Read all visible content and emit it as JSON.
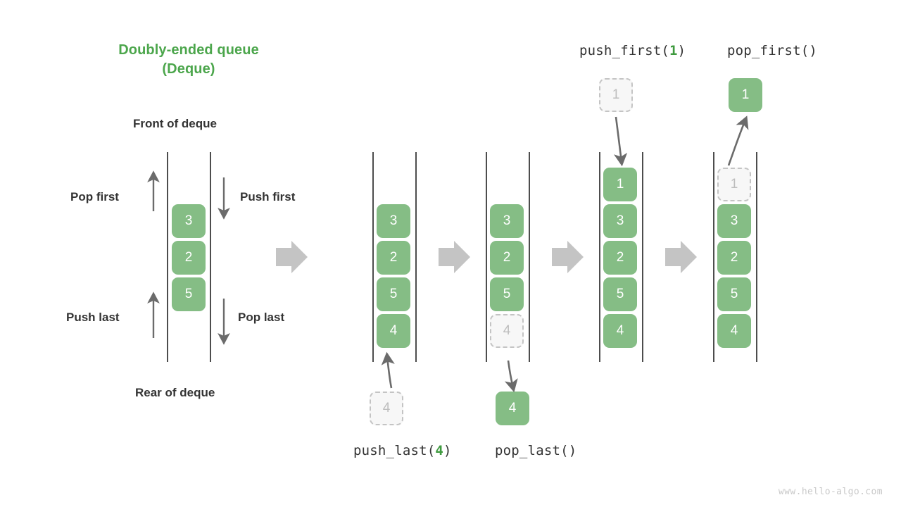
{
  "title": {
    "line1": "Doubly-ended queue",
    "line2": "(Deque)"
  },
  "labels": {
    "front": "Front of deque",
    "rear": "Rear of deque",
    "pop_first": "Pop first",
    "push_first": "Push first",
    "push_last": "Push last",
    "pop_last": "Pop last"
  },
  "operations": {
    "push_first": {
      "name": "push_first(",
      "arg": "1",
      "close": ")"
    },
    "pop_first": {
      "name": "pop_first()",
      "arg": "",
      "close": ""
    },
    "push_last": {
      "name": "push_last(",
      "arg": "4",
      "close": ")"
    },
    "pop_last": {
      "name": "pop_last()",
      "arg": "",
      "close": ""
    }
  },
  "watermark": "www.hello-algo.com",
  "colors": {
    "accent_green": "#4CA64C",
    "box_green": "#85BD85",
    "arg_green": "#3F9A3F",
    "rail": "#4d4d4d",
    "ghost_border": "#c4c4c4",
    "ghost_fill": "#f7f7f7",
    "ghost_text": "#bdbdbd",
    "big_arrow": "#c4c4c4",
    "thin_arrow": "#6b6b6b",
    "label_text": "#333333",
    "watermark": "#c9c9c9"
  },
  "deques": [
    {
      "id": "deque-initial",
      "elements": [
        "3",
        "2",
        "5"
      ],
      "ghosts": []
    },
    {
      "id": "deque-after-push-last-staged",
      "elements": [
        "3",
        "2",
        "5",
        "4"
      ],
      "ghosts": []
    },
    {
      "id": "deque-before-pop-last",
      "elements": [
        "3",
        "2",
        "5"
      ],
      "ghosts": [
        "4"
      ]
    },
    {
      "id": "deque-after-push-first",
      "elements": [
        "1",
        "3",
        "2",
        "5",
        "4"
      ],
      "ghosts": []
    },
    {
      "id": "deque-after-pop-first",
      "elements": [
        "3",
        "2",
        "5",
        "4"
      ],
      "ghosts": [
        "1"
      ]
    }
  ],
  "floating_boxes": {
    "push_first_source": "1",
    "pop_first_result": "1",
    "push_last_source": "4",
    "pop_last_result": "4"
  }
}
